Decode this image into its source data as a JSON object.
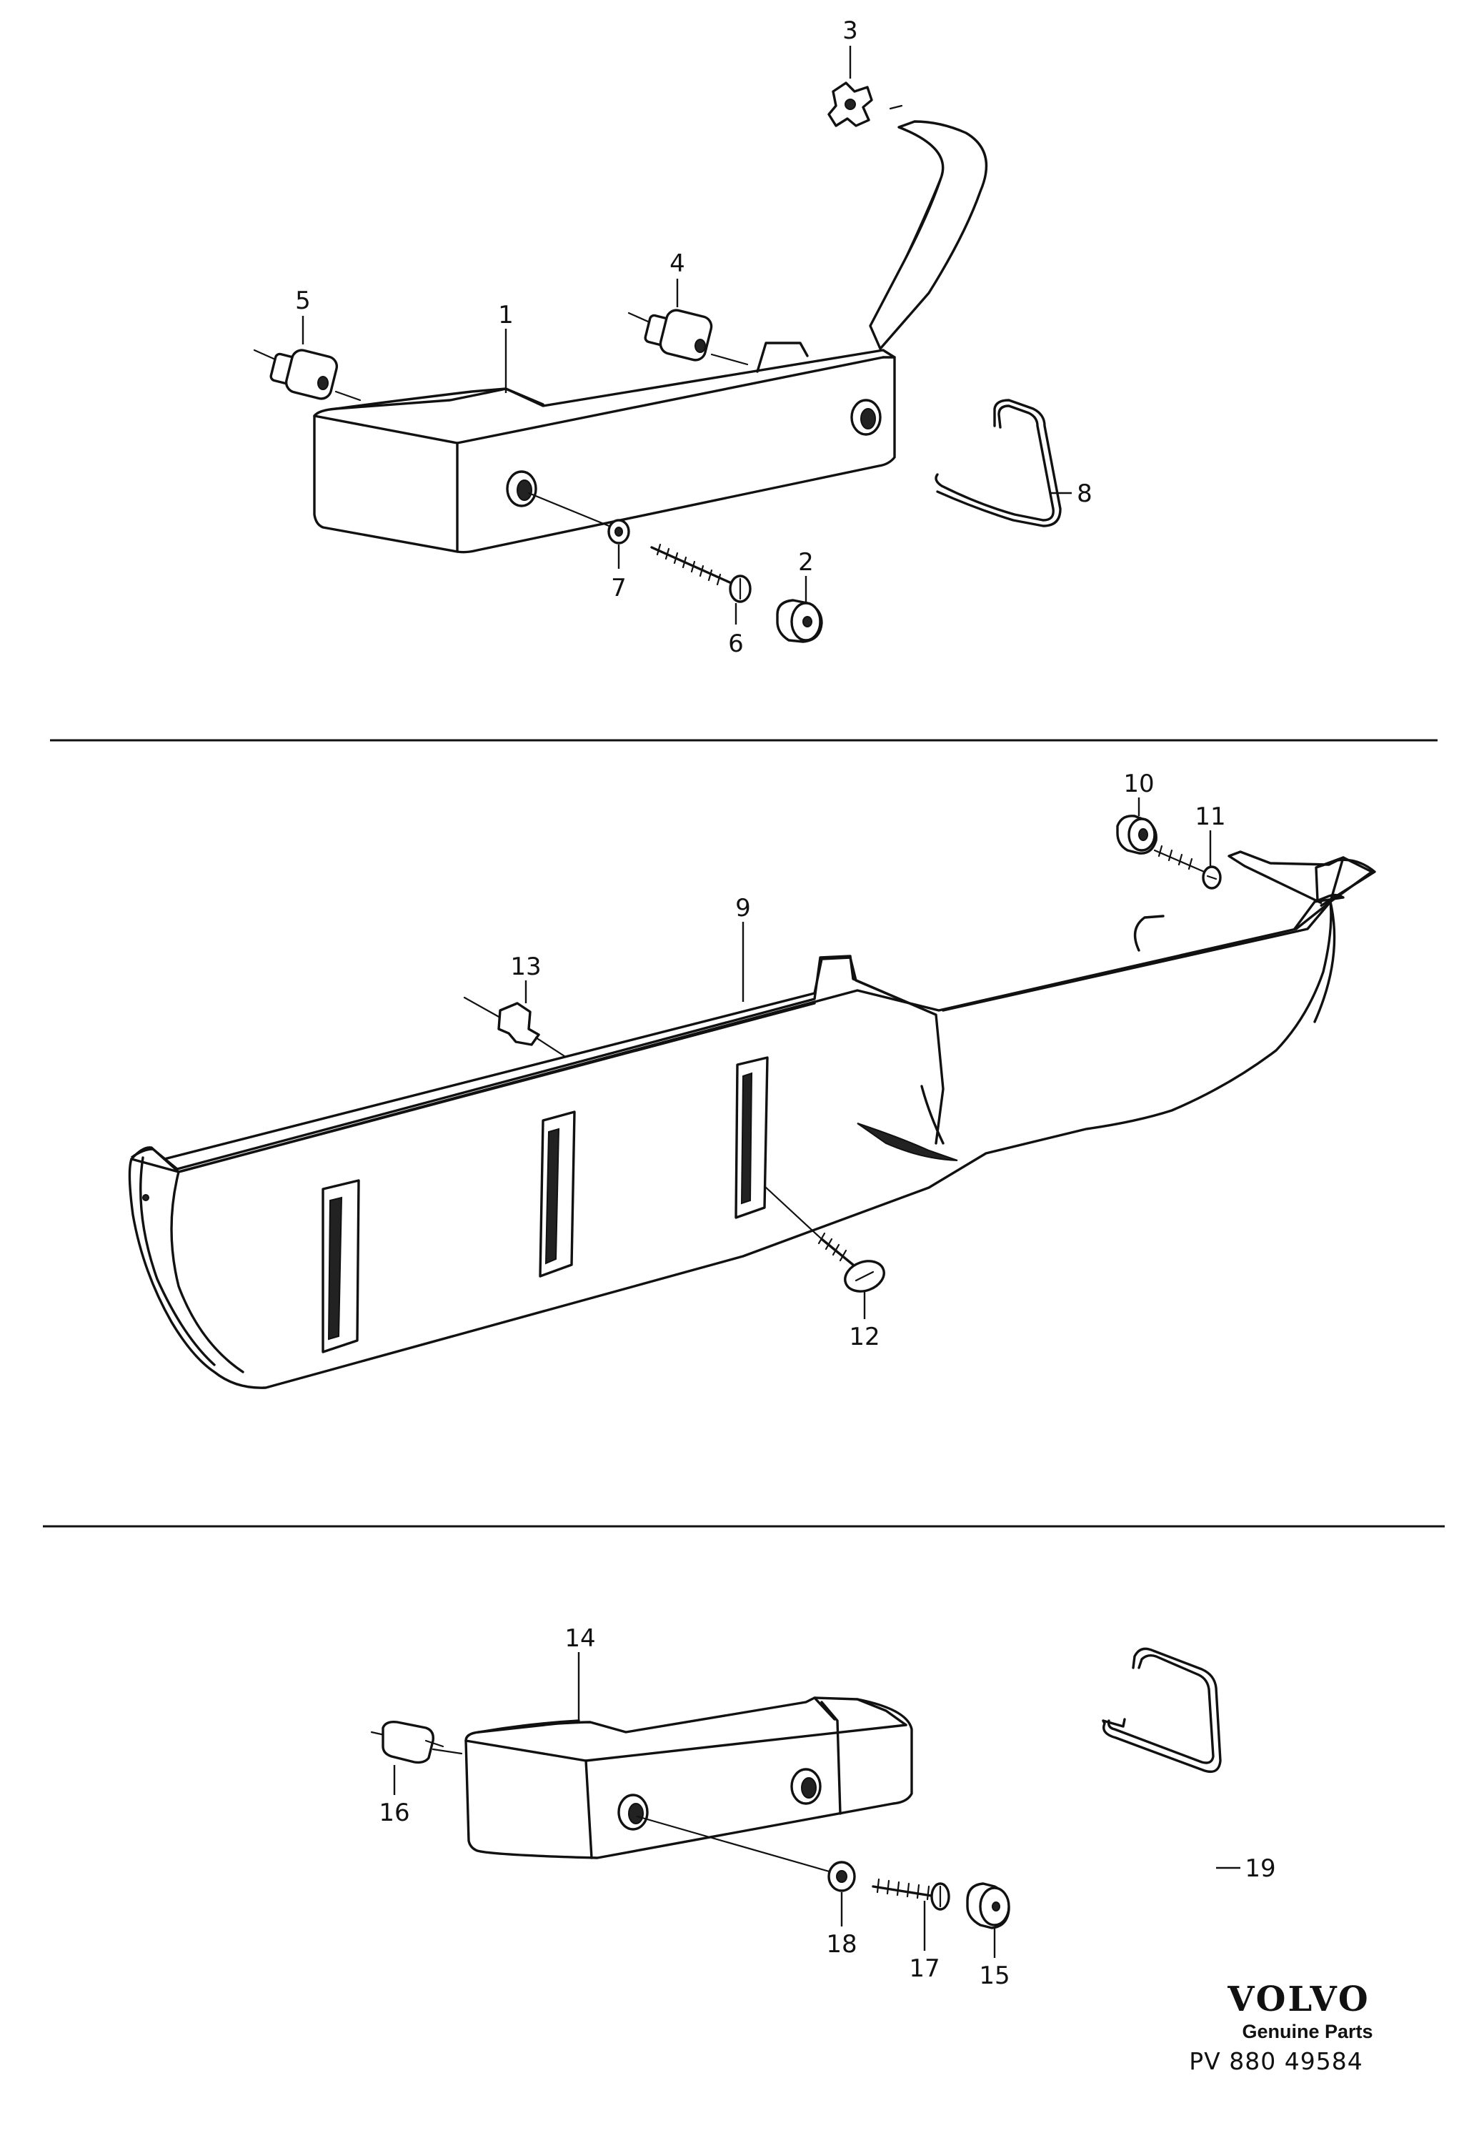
{
  "callouts": {
    "p1": "1",
    "p2": "2",
    "p3": "3",
    "p4": "4",
    "p5": "5",
    "p6": "6",
    "p7": "7",
    "p8": "8",
    "p9": "9",
    "p10": "10",
    "p11": "11",
    "p12": "12",
    "p13": "13",
    "p14": "14",
    "p15": "15",
    "p16": "16",
    "p17": "17",
    "p18": "18",
    "p19": "19"
  },
  "footer": {
    "brand": "VOLVO",
    "tagline": "Genuine Parts",
    "reference": "PV 880 49584"
  }
}
